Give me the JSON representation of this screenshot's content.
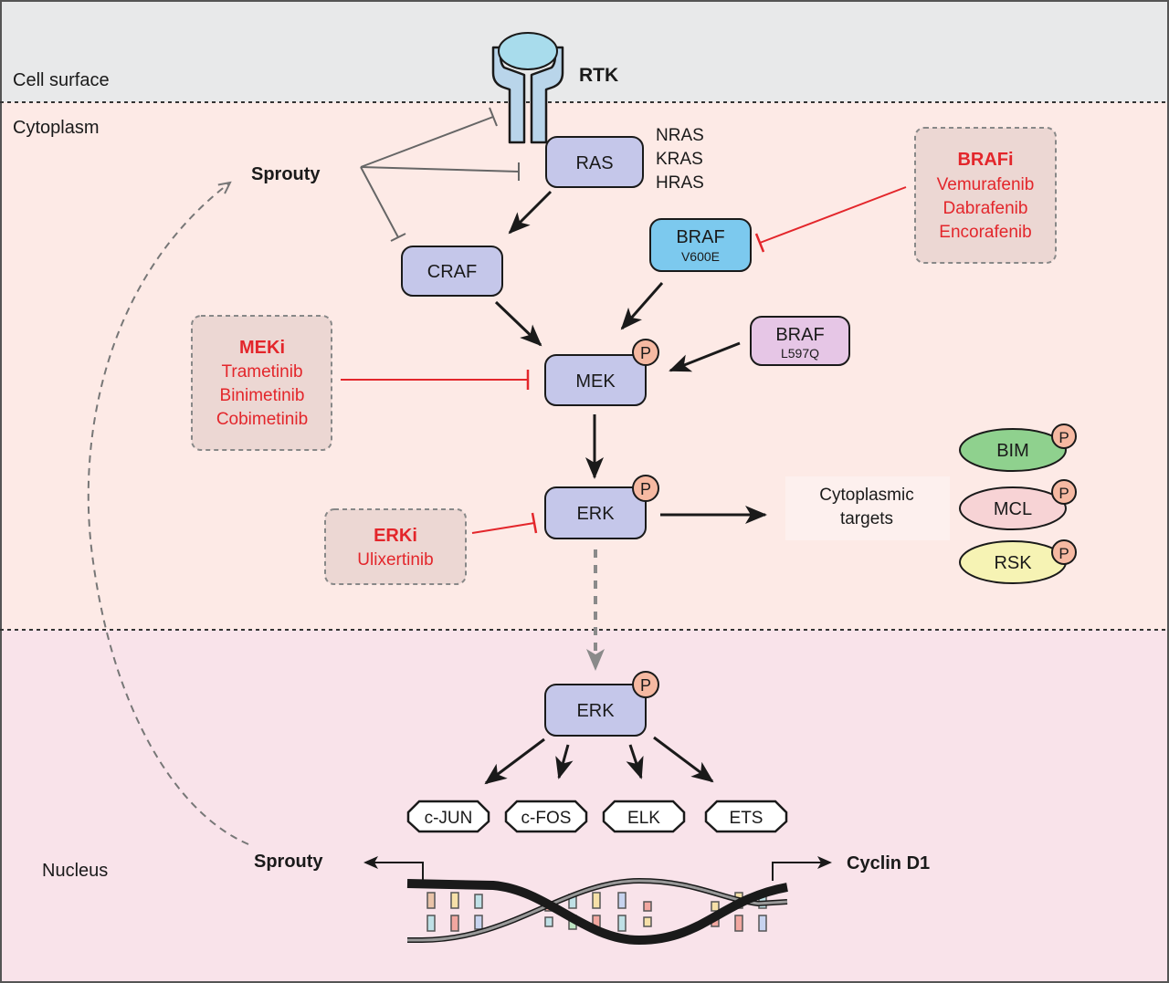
{
  "regions": {
    "cell_surface": "Cell surface",
    "cytoplasm": "Cytoplasm",
    "nucleus": "Nucleus"
  },
  "receptor": {
    "label": "RTK"
  },
  "ras": {
    "label": "RAS",
    "isoforms": [
      "NRAS",
      "KRAS",
      "HRAS"
    ]
  },
  "sprouty": {
    "cytoplasm_label": "Sprouty",
    "nucleus_label": "Sprouty"
  },
  "craf": {
    "label": "CRAF"
  },
  "braf_v600e": {
    "label": "BRAF",
    "mutation": "V600E"
  },
  "braf_l597q": {
    "label": "BRAF",
    "mutation": "L597Q"
  },
  "mek": {
    "label": "MEK"
  },
  "erk_cyto": {
    "label": "ERK"
  },
  "erk_nuc": {
    "label": "ERK"
  },
  "phospho": "P",
  "brafi": {
    "title": "BRAFi",
    "drugs": [
      "Vemurafenib",
      "Dabrafenib",
      "Encorafenib"
    ]
  },
  "meki": {
    "title": "MEKi",
    "drugs": [
      "Trametinib",
      "Binimetinib",
      "Cobimetinib"
    ]
  },
  "erki": {
    "title": "ERKi",
    "drugs": [
      "Ulixertinib"
    ]
  },
  "cyto_targets": {
    "line1": "Cytoplasmic",
    "line2": "targets",
    "items": [
      "BIM",
      "MCL",
      "RSK"
    ]
  },
  "transcription_factors": [
    "c-JUN",
    "c-FOS",
    "ELK",
    "ETS"
  ],
  "cyclin": {
    "label": "Cyclin D1"
  },
  "colors": {
    "surface_band": "#e8e9ea",
    "cytoplasm_bg": "#fdeae6",
    "nucleus_bg": "#f9e3ea",
    "node_fill": "#c5c7ea",
    "braf_v600e_fill": "#7cc9ee",
    "braf_l597q_fill": "#e6c6e6",
    "phospho_fill": "#f6b9a2",
    "inhibitor_box": "#ecd7d3",
    "inhibitor_text": "#e3262b",
    "receptor_fill": "#b9d5ea",
    "receptor_head": "#a8dcec",
    "bim_fill": "#8fd18e",
    "mcl_fill": "#f7d3d5",
    "rsk_fill": "#f6f3b4"
  }
}
